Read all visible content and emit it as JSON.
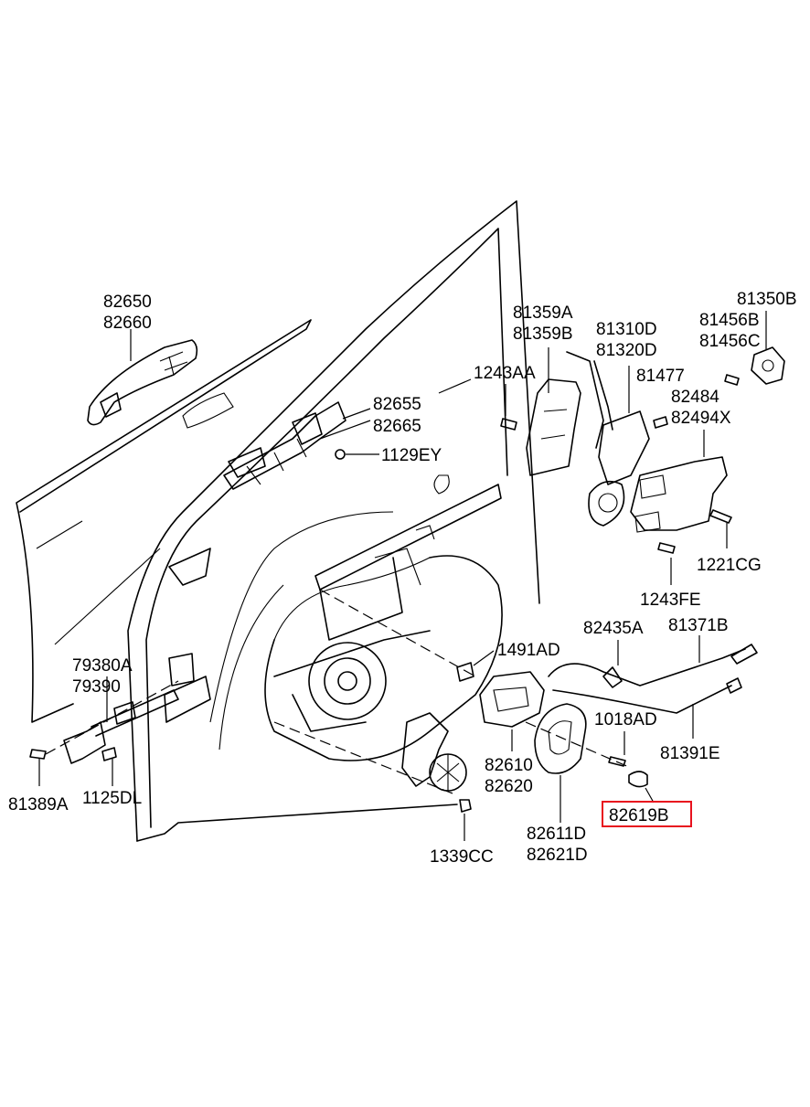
{
  "labels": {
    "p82650": "82650",
    "p82660": "82660",
    "p82655": "82655",
    "p82665": "82665",
    "p1129EY": "1129EY",
    "p1243AA": "1243AA",
    "p81359A": "81359A",
    "p81359B": "81359B",
    "p81310D": "81310D",
    "p81320D": "81320D",
    "p81477": "81477",
    "p82484": "82484",
    "p82494X": "82494X",
    "p81456B": "81456B",
    "p81456C": "81456C",
    "p81350B": "81350B",
    "p1221CG": "1221CG",
    "p1243FE": "1243FE",
    "p82435A": "82435A",
    "p81371B": "81371B",
    "p1491AD": "1491AD",
    "p79380A": "79380A",
    "p79390": "79390",
    "p1018AD": "1018AD",
    "p81391E": "81391E",
    "p82610": "82610",
    "p82620": "82620",
    "p82619B": "82619B",
    "p81389A": "81389A",
    "p1125DL": "1125DL",
    "p82611D": "82611D",
    "p82621D": "82621D",
    "p1339CC": "1339CC"
  },
  "highlight": {
    "part": "82619B",
    "color": "#e8121e"
  }
}
